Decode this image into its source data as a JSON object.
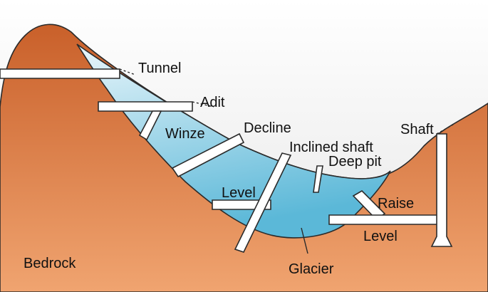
{
  "labels": {
    "tunnel": "Tunnel",
    "adit": "Adit",
    "winze": "Winze",
    "decline": "Decline",
    "inclined_shaft": "Inclined shaft",
    "deep_pit": "Deep pit",
    "shaft": "Shaft",
    "level_left": "Level",
    "raise": "Raise",
    "level_right": "Level",
    "bedrock": "Bedrock",
    "glacier": "Glacier"
  },
  "colors": {
    "sky_top": "#ffffff",
    "sky_bottom": "#e6e6e6",
    "rock_top": "#c9602a",
    "rock_bottom": "#f0a470",
    "glacier_top": "#eaf6fb",
    "glacier_bottom": "#5bb8d8",
    "outline": "#2b2b2b",
    "tunnel_fill": "#ffffff"
  }
}
